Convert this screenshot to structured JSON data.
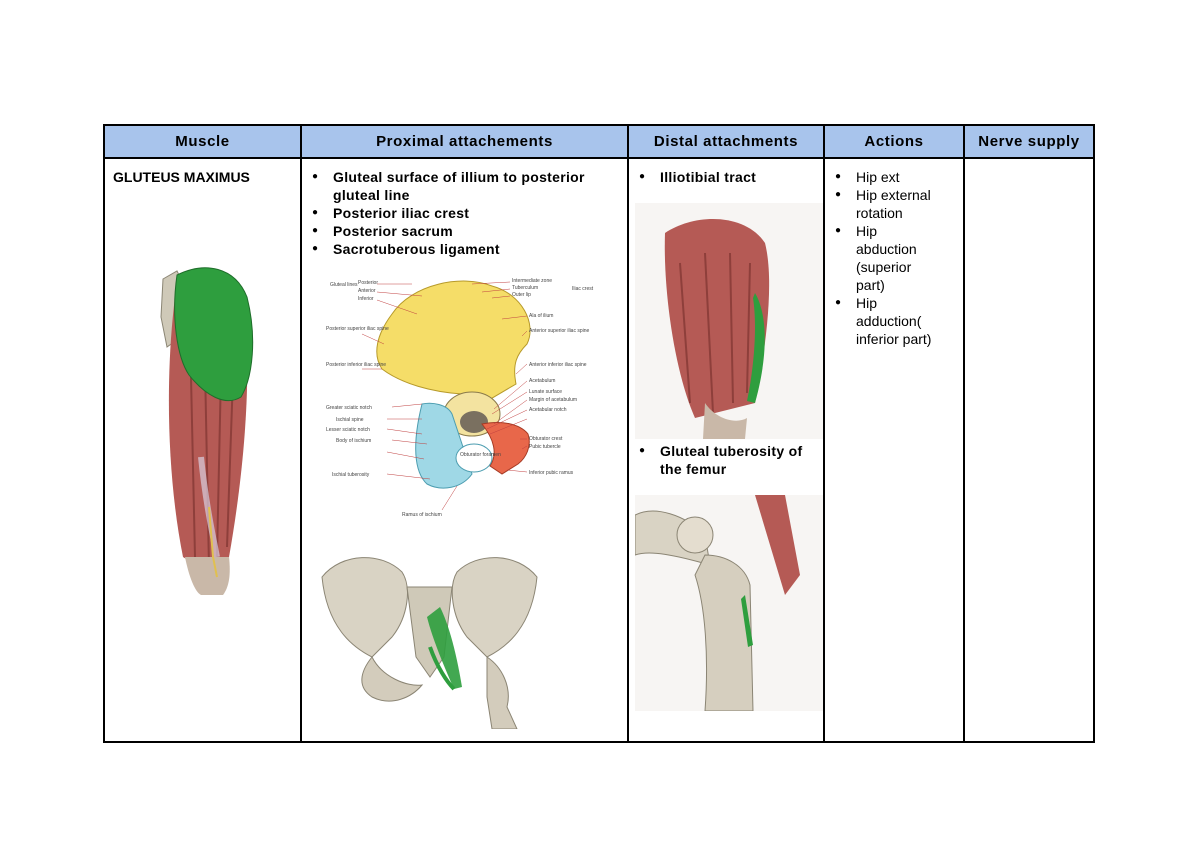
{
  "table": {
    "headers": [
      "Muscle",
      "Proximal attachements",
      "Distal attachments",
      "Actions",
      "Nerve supply"
    ],
    "muscle_name": "GLUTEUS MAXIMUS",
    "proximal": [
      "Gluteal surface of illium to posterior gluteal line",
      "Posterior iliac crest",
      "Posterior sacrum",
      "Sacrotuberous ligament"
    ],
    "distal": [
      "Illiotibial tract",
      "Gluteal tuberosity of the femur"
    ],
    "actions": [
      "Hip ext",
      "Hip external rotation",
      "Hip abduction (superior part)",
      "Hip adduction( inferior part)"
    ],
    "nerve_supply": ""
  },
  "figures": {
    "hip_bone_labels": {
      "gluteal_lines": "Gluteal lines",
      "posterior": "Posterior",
      "anterior": "Anterior",
      "inferior": "Inferior",
      "intermediate_zone": "Intermediate zone",
      "tuberculum": "Tuberculum",
      "outer_lip": "Outer lip",
      "iliac_crest": "Iliac crest",
      "ala_of_ilium": "Ala of ilium",
      "asis": "Anterior superior iliac spine",
      "aiis": "Anterior inferior iliac spine",
      "acetabulum": "Acetabulum",
      "lunate_surface": "Lunate surface",
      "margin_acetabulum": "Margin of acetabulum",
      "acetabular_notch": "Acetabular notch",
      "psis": "Posterior superior iliac spine",
      "piis": "Posterior inferior iliac spine",
      "greater_sciatic_notch": "Greater sciatic notch",
      "ischial_spine": "Ischial spine",
      "lesser_sciatic_notch": "Lesser sciatic notch",
      "body_of_ischium": "Body of ischium",
      "ischial_tuberosity": "Ischial tuberosity",
      "obturator_foramen": "Obturator foramen",
      "obturator_crest": "Obturator crest",
      "pubic_tubercle": "Pubic tubercle",
      "inferior_pubic_ramus": "Inferior pubic ramus",
      "ramus_of_ischium": "Ramus of ischium"
    },
    "colors": {
      "header_bg": "#a8c4ec",
      "muscle_red": "#b55a55",
      "muscle_highlight": "#2e9e3e",
      "bone": "#d9d3c4",
      "ilium": "#f5dd68",
      "ischium": "#9fd8e6",
      "pubis": "#e8674a"
    }
  }
}
